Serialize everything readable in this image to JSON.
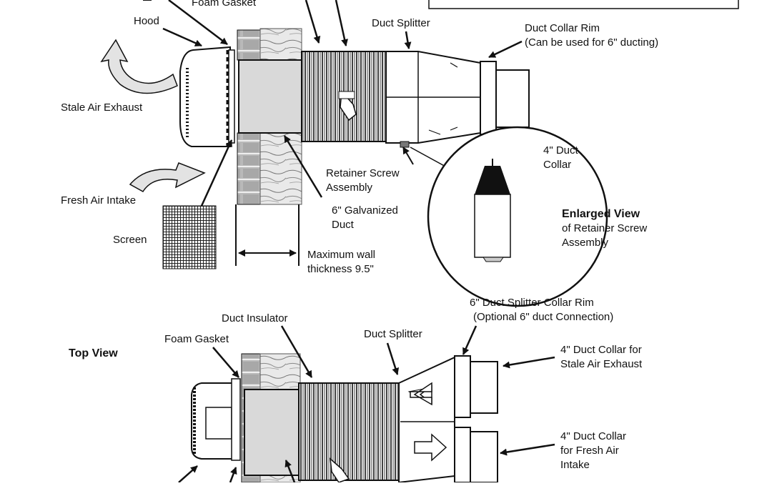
{
  "labels": {
    "foam_gasket_top": "Foam Gasket",
    "hood": "Hood",
    "stale_air_exhaust": "Stale Air Exhaust",
    "fresh_air_intake": "Fresh Air Intake",
    "screen": "Screen",
    "duct_splitter_side": "Duct Splitter",
    "duct_collar_rim_line1": "Duct Collar Rim",
    "duct_collar_rim_line2": "(Can be used for 6\" ducting)",
    "retainer_line1": "Retainer Screw",
    "retainer_line2": "Assembly",
    "galvanized_line1": "6\" Galvanized",
    "galvanized_line2": "Duct",
    "four_duct_collar_line1": "4\" Duct",
    "four_duct_collar_line2": "Collar",
    "enlarged_view_title": "Enlarged View",
    "enlarged_view_line2": "of Retainer Screw",
    "enlarged_view_line3": "Assembly",
    "max_wall_line1": "Maximum wall",
    "max_wall_line2": "thickness 9.5\"",
    "top_view": "Top View",
    "duct_insulator": "Duct Insulator",
    "foam_gasket_bottom": "Foam Gasket",
    "duct_splitter_top": "Duct Splitter",
    "splitter_rim_line1": "6\" Duct Splitter Collar Rim",
    "splitter_rim_line2": "(Optional 6\" duct Connection)",
    "collar_stale_line1": "4\" Duct Collar for",
    "collar_stale_line2": "Stale Air Exhaust",
    "collar_fresh_line1": "4\" Duct Collar",
    "collar_fresh_line2": "for Fresh Air",
    "collar_fresh_line3": "Intake"
  }
}
